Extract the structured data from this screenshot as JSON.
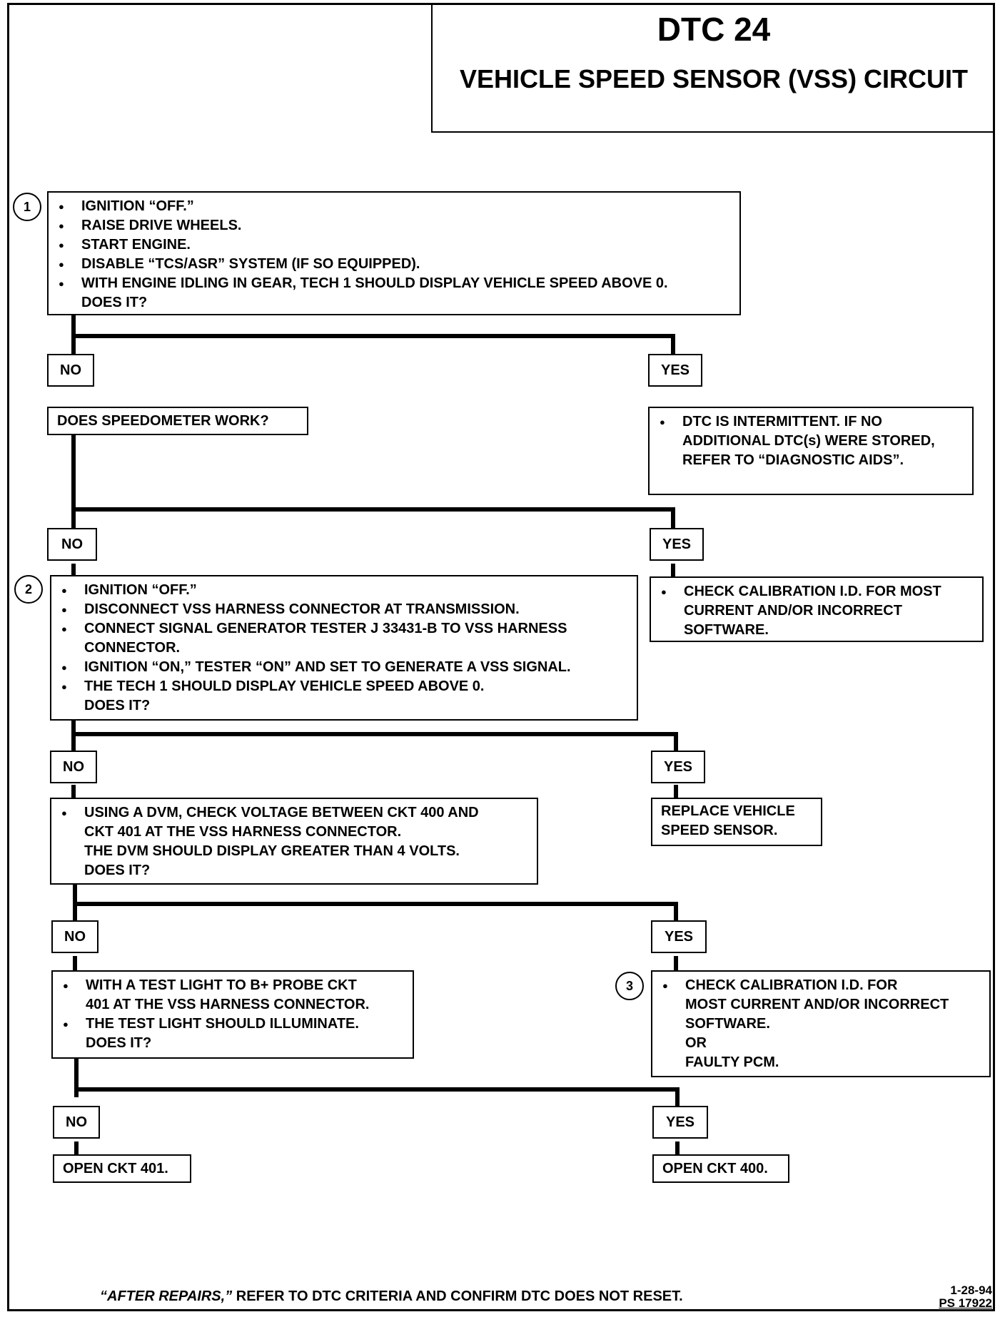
{
  "title": {
    "dtc": "DTC 24",
    "subtitle": "VEHICLE SPEED SENSOR (VSS) CIRCUIT"
  },
  "step1": {
    "number": "1",
    "items": [
      "IGNITION “OFF.”",
      "RAISE DRIVE WHEELS.",
      "START ENGINE.",
      "DISABLE “TCS/ASR” SYSTEM (IF SO EQUIPPED).",
      "WITH ENGINE IDLING IN GEAR, TECH 1 SHOULD DISPLAY VEHICLE SPEED ABOVE 0."
    ],
    "question": "DOES IT?"
  },
  "branch1": {
    "no": "NO",
    "yes": "YES",
    "no_text": "DOES SPEEDOMETER WORK?",
    "yes_lines": [
      "DTC IS INTERMITTENT.  IF NO",
      "ADDITIONAL DTC(s) WERE STORED,",
      "REFER TO “DIAGNOSTIC AIDS”."
    ]
  },
  "branch2": {
    "no": "NO",
    "yes": "YES",
    "yes_lines": [
      "CHECK CALIBRATION I.D. FOR MOST",
      "CURRENT AND/OR INCORRECT",
      "SOFTWARE."
    ]
  },
  "step2": {
    "number": "2",
    "items": [
      "IGNITION “OFF.”",
      "DISCONNECT VSS HARNESS CONNECTOR AT TRANSMISSION.",
      "CONNECT SIGNAL GENERATOR TESTER  J 33431-B TO VSS HARNESS",
      "IGNITION “ON,” TESTER “ON” AND SET TO GENERATE A VSS SIGNAL.",
      "THE TECH 1 SHOULD DISPLAY VEHICLE SPEED ABOVE 0."
    ],
    "item3_cont": "CONNECTOR.",
    "question": "DOES IT?"
  },
  "branch3": {
    "no": "NO",
    "yes": "YES",
    "no_lines": [
      "USING A DVM, CHECK VOLTAGE BETWEEN CKT 400 AND",
      "CKT 401 AT THE VSS HARNESS CONNECTOR.",
      "THE DVM SHOULD DISPLAY GREATER THAN 4 VOLTS.",
      "DOES IT?"
    ],
    "yes_lines": [
      "REPLACE VEHICLE",
      "SPEED SENSOR."
    ]
  },
  "branch4": {
    "no": "NO",
    "yes": "YES",
    "no_lines": [
      "WITH A TEST LIGHT TO B+ PROBE CKT",
      "401 AT THE VSS HARNESS CONNECTOR.",
      "THE TEST LIGHT SHOULD ILLUMINATE.",
      "DOES IT?"
    ],
    "yes_number": "3",
    "yes_lines": [
      "CHECK CALIBRATION I.D. FOR",
      "MOST CURRENT AND/OR INCORRECT",
      "SOFTWARE.",
      "OR",
      "FAULTY PCM."
    ]
  },
  "branch5": {
    "no": "NO",
    "yes": "YES",
    "no_text": "OPEN CKT 401.",
    "yes_text": "OPEN CKT 400."
  },
  "footer": {
    "italic": "“AFTER REPAIRS,”",
    "rest": " REFER TO DTC CRITERIA  AND CONFIRM DTC DOES NOT RESET.",
    "date": "1-28-94",
    "code": "PS 17922"
  }
}
